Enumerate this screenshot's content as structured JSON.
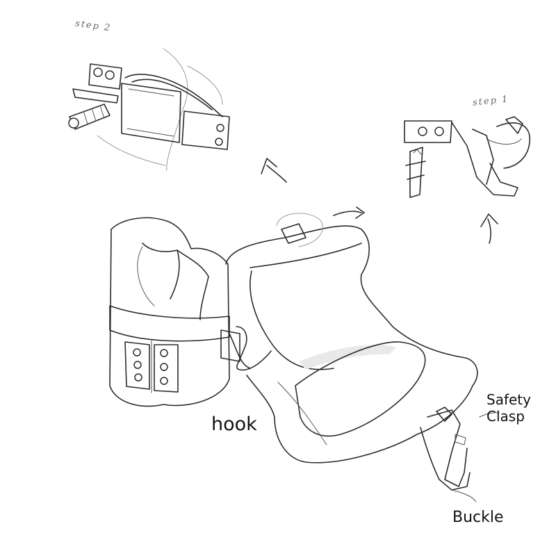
{
  "labels": {
    "step1": "step 1",
    "step2": "step 2",
    "hook": "hook",
    "safety_clasp": "Safety\nClasp",
    "buckle": "Buckle"
  }
}
